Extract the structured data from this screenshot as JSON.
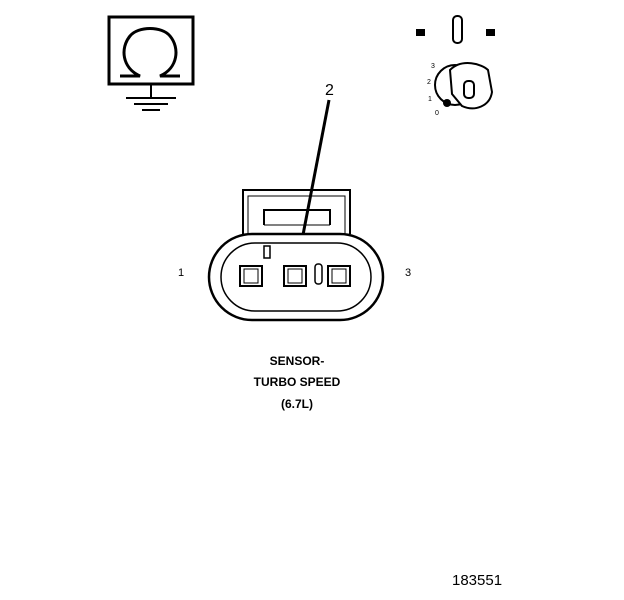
{
  "callout_number": "2",
  "pin_labels": {
    "left": "1",
    "right": "3"
  },
  "key_positions": [
    "3",
    "2",
    "1",
    "0"
  ],
  "caption": {
    "line1": "SENSOR-",
    "line2": "TURBO SPEED",
    "line3": "(6.7L)"
  },
  "figure_number": "183551",
  "icons": {
    "ohmmeter": "ohm-symbol-icon",
    "ground": "ground-icon",
    "ignition_switch": "ignition-key-icon"
  },
  "colors": {
    "ink": "#000000",
    "paper": "#ffffff"
  }
}
